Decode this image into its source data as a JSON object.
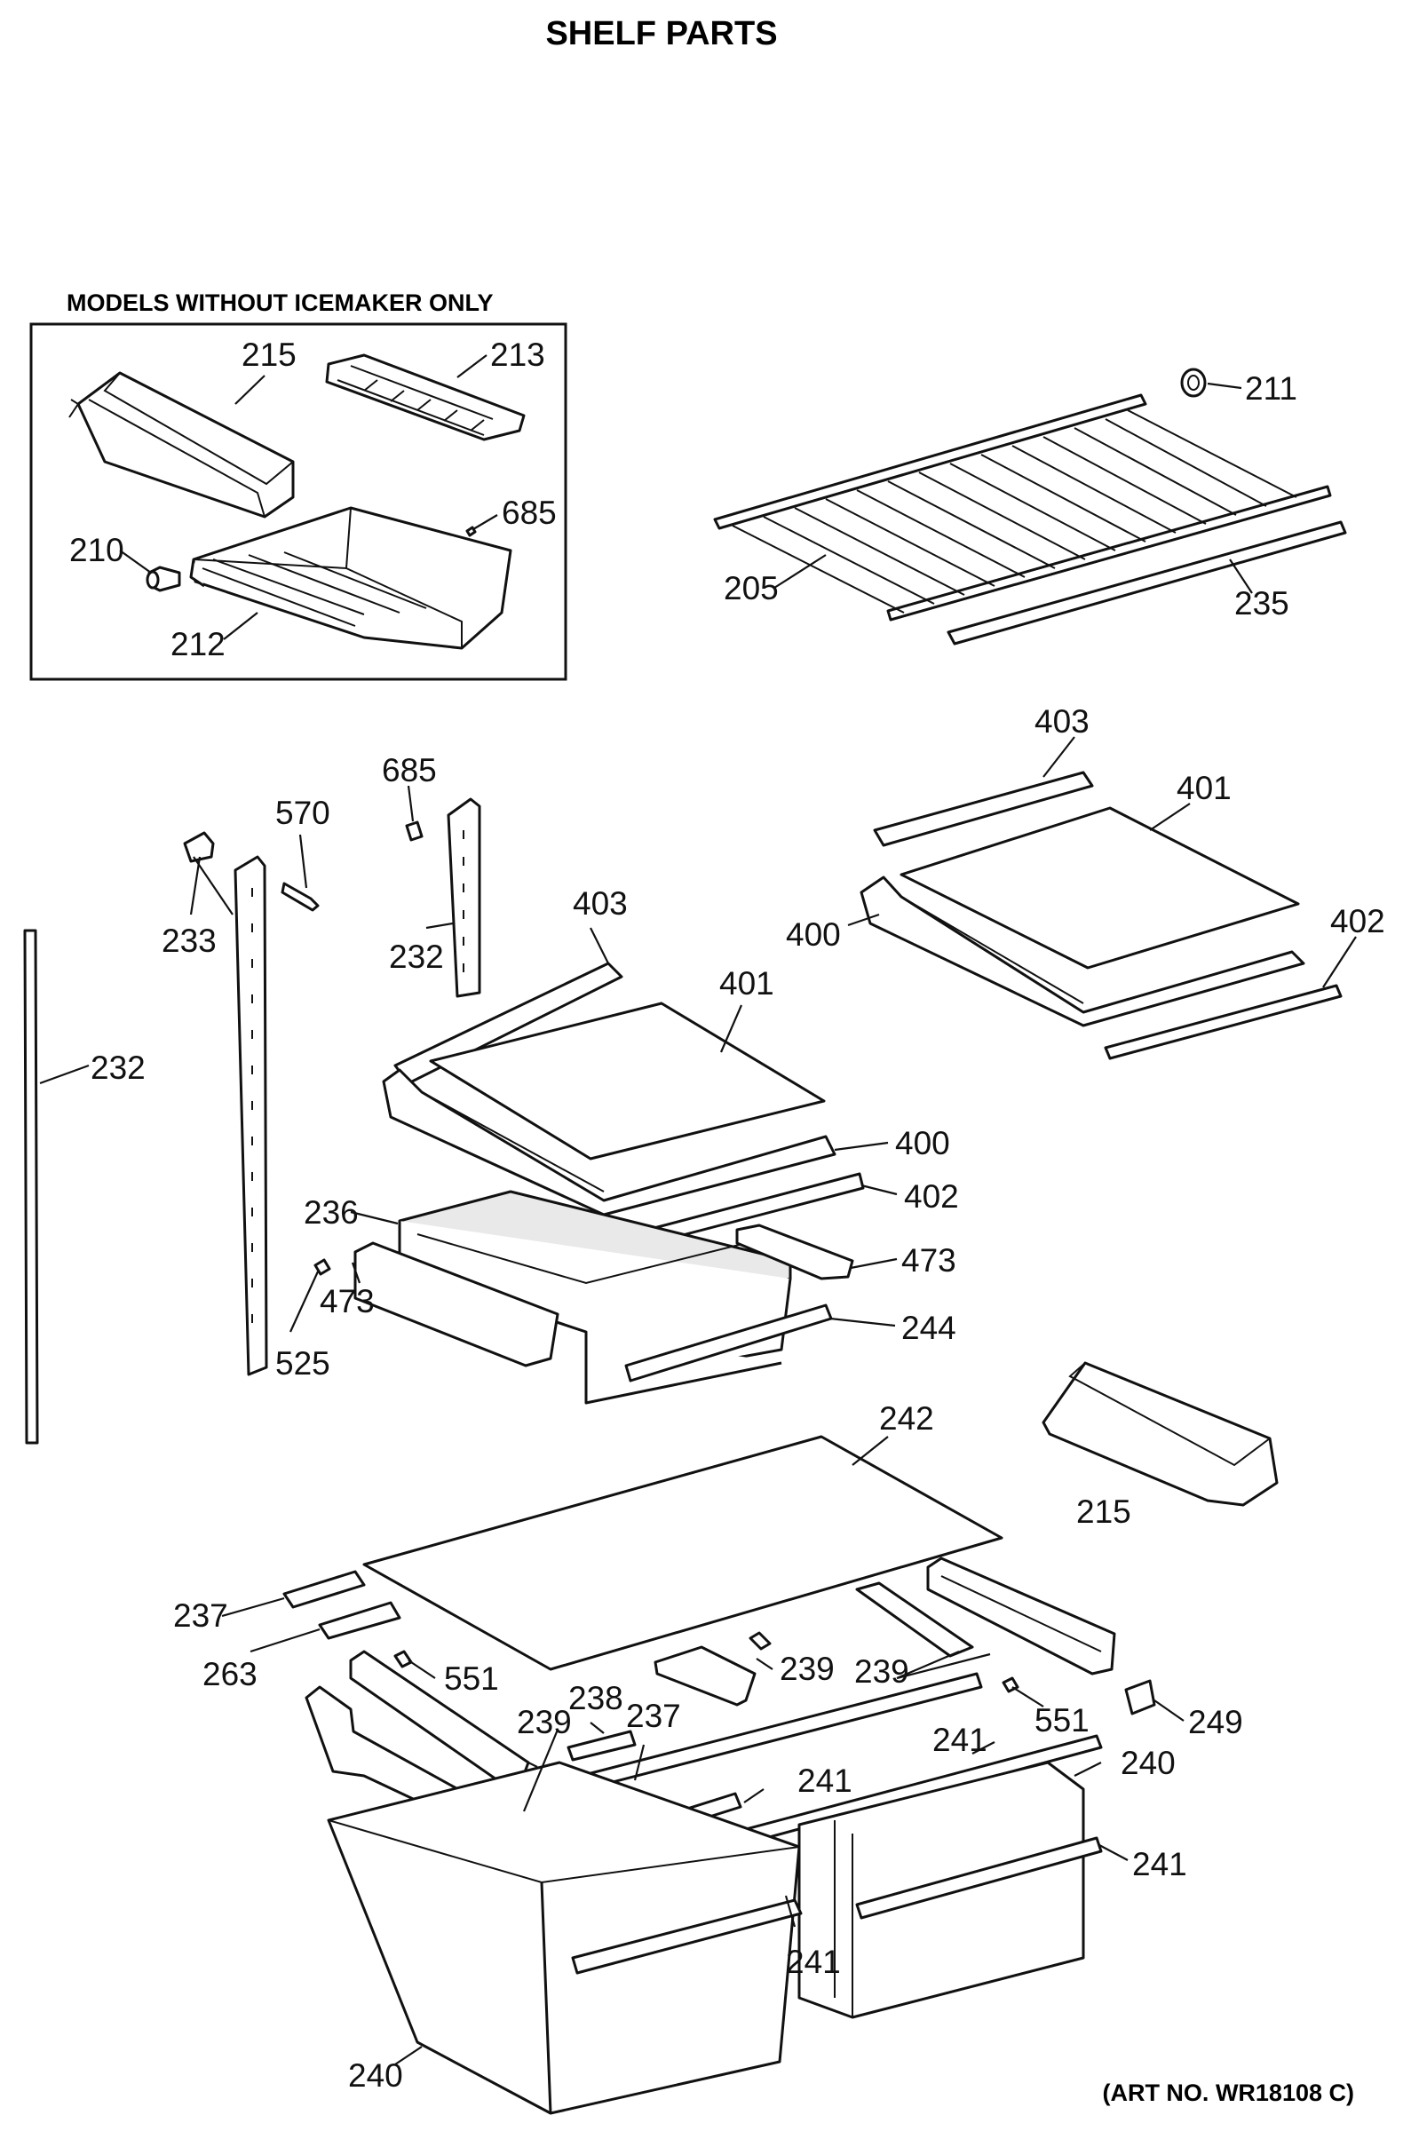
{
  "title": "SHELF PARTS",
  "inset_title": "MODELS WITHOUT ICEMAKER ONLY",
  "art_number": "(ART NO. WR18108 C)",
  "labels": {
    "l215a": "215",
    "l213": "213",
    "l685a": "685",
    "l210": "210",
    "l212": "212",
    "l211": "211",
    "l205": "205",
    "l235": "235",
    "l403a": "403",
    "l401a": "401",
    "l400a": "400",
    "l402a": "402",
    "l685b": "685",
    "l570": "570",
    "l233": "233",
    "l232a": "232",
    "l232b": "232",
    "l403b": "403",
    "l401b": "401",
    "l400b": "400",
    "l402b": "402",
    "l236": "236",
    "l473a": "473",
    "l473b": "473",
    "l525": "525",
    "l244": "244",
    "l242": "242",
    "l215b": "215",
    "l237a": "237",
    "l263": "263",
    "l551a": "551",
    "l239a": "239",
    "l239b": "239",
    "l238": "238",
    "l237b": "237",
    "l239c": "239",
    "l551b": "551",
    "l249": "249",
    "l241a": "241",
    "l240a": "240",
    "l241b": "241",
    "l241c": "241",
    "l241d": "241",
    "l240b": "240"
  }
}
